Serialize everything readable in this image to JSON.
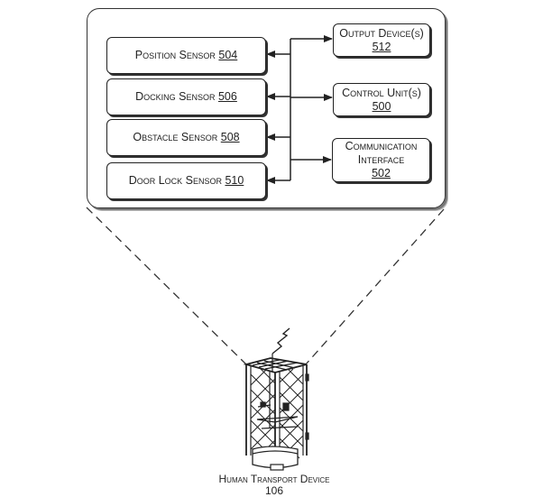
{
  "diagram": {
    "sensors": [
      {
        "label": "Position Sensor",
        "ref": "504"
      },
      {
        "label": "Docking Sensor",
        "ref": "506"
      },
      {
        "label": "Obstacle Sensor",
        "ref": "508"
      },
      {
        "label": "Door Lock Sensor",
        "ref": "510"
      }
    ],
    "components": [
      {
        "label": "Output Device(s)",
        "ref": "512"
      },
      {
        "label": "Control Unit(s)",
        "ref": "500"
      },
      {
        "label_line1": "Communication",
        "label_line2": "Interface",
        "ref": "502"
      }
    ],
    "device": {
      "label": "Human Transport Device",
      "ref": "106"
    }
  }
}
